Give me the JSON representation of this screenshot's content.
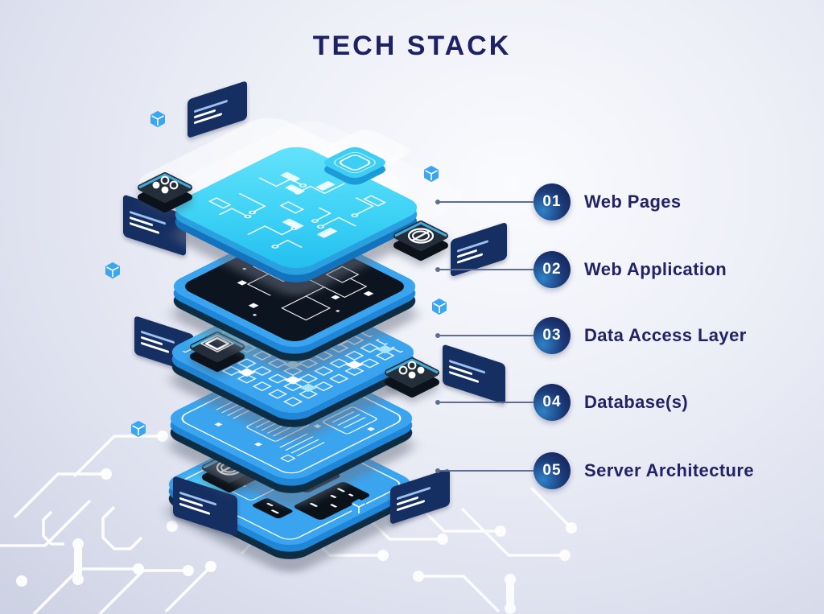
{
  "title": "TECH STACK",
  "legend": {
    "items": [
      {
        "number": "01",
        "label": "Web Pages"
      },
      {
        "number": "02",
        "label": "Web Application"
      },
      {
        "number": "03",
        "label": "Data Access Layer"
      },
      {
        "number": "04",
        "label": "Database(s)"
      },
      {
        "number": "05",
        "label": "Server Architecture"
      }
    ]
  },
  "icons": {
    "cube_icon": "isometric package cube (blue hexagon with white cube edges)",
    "chip_card_icon": "navy chip card with white dash lines",
    "four_dots_keycap_icon": "dark isometric key with four circles",
    "prohibition_keycap_icon": "dark isometric key with circle-slash",
    "rounded_square_keycap_icon": "dark isometric key with rounded square outline"
  },
  "colors": {
    "background_edge": "#ccd1e3",
    "title_text": "#1e2165",
    "label_text": "#232264",
    "connector_line": "#5d6e90",
    "badge_dark": "#111c4e",
    "badge_light": "#2f82c8",
    "tile_blue": "#3ba4ef",
    "tile_cyan": "#3ed2f6",
    "panel_black": "#0c1420",
    "card_navy": "#152f63"
  }
}
